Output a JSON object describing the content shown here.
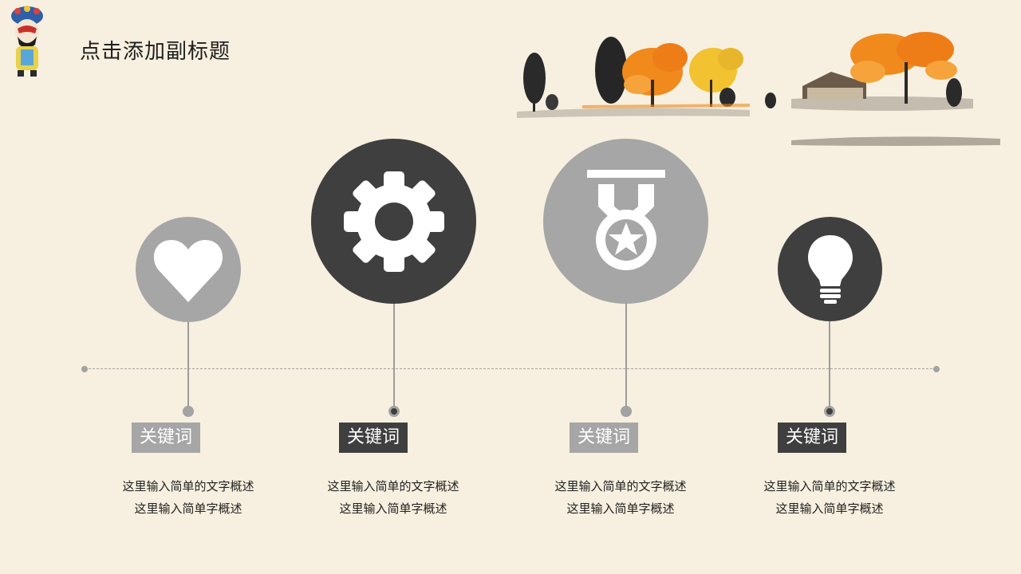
{
  "header": {
    "title": "点击添加副标题"
  },
  "items": [
    {
      "keyword": "关键词",
      "line1": "这里输入简单的文字概述",
      "line2": "这里输入简单字概述",
      "icon": "heart-icon"
    },
    {
      "keyword": "关键词",
      "line1": "这里输入简单的文字概述",
      "line2": "这里输入简单字概述",
      "icon": "gear-icon"
    },
    {
      "keyword": "关键词",
      "line1": "这里输入简单的文字概述",
      "line2": "这里输入简单字概述",
      "icon": "medal-icon"
    },
    {
      "keyword": "关键词",
      "line1": "这里输入简单的文字概述",
      "line2": "这里输入简单字概述",
      "icon": "lightbulb-icon"
    }
  ],
  "colors": {
    "background": "#f7efdf",
    "dark": "#3f3f3f",
    "light": "#a6a6a6",
    "autumn_orange": "#f08a1c",
    "autumn_yellow": "#f2c230"
  }
}
